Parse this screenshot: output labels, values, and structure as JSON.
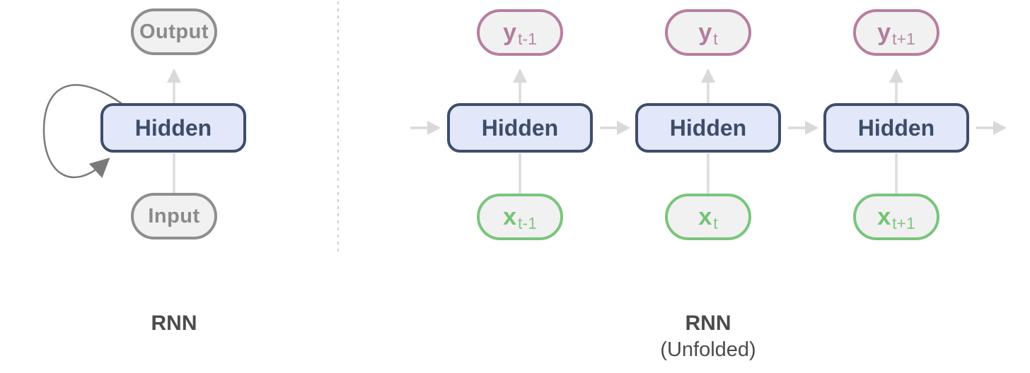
{
  "folded": {
    "title": "RNN",
    "output_label": "Output",
    "hidden_label": "Hidden",
    "input_label": "Input"
  },
  "unfolded": {
    "title": "RNN",
    "subtitle": "(Unfolded)",
    "columns": [
      {
        "y_main": "y",
        "y_sub": "t-1",
        "hidden_label": "Hidden",
        "x_main": "x",
        "x_sub": "t-1"
      },
      {
        "y_main": "y",
        "y_sub": "t",
        "hidden_label": "Hidden",
        "x_main": "x",
        "x_sub": "t"
      },
      {
        "y_main": "y",
        "y_sub": "t+1",
        "hidden_label": "Hidden",
        "x_main": "x",
        "x_sub": "t+1"
      }
    ]
  },
  "colors": {
    "hidden_border": "#3e4d6d",
    "hidden_fill": "#e2e8f9",
    "gray_node_border": "#8e8e8e",
    "pill_fill": "#f1f1f1",
    "output_pink": "#b67f9f",
    "input_green": "#7ac57c",
    "connector_light_gray": "#d9d9d9",
    "loop_gray": "#7a7a7a",
    "divider_gray": "#cccccc",
    "title_gray": "#4b4b4b"
  }
}
